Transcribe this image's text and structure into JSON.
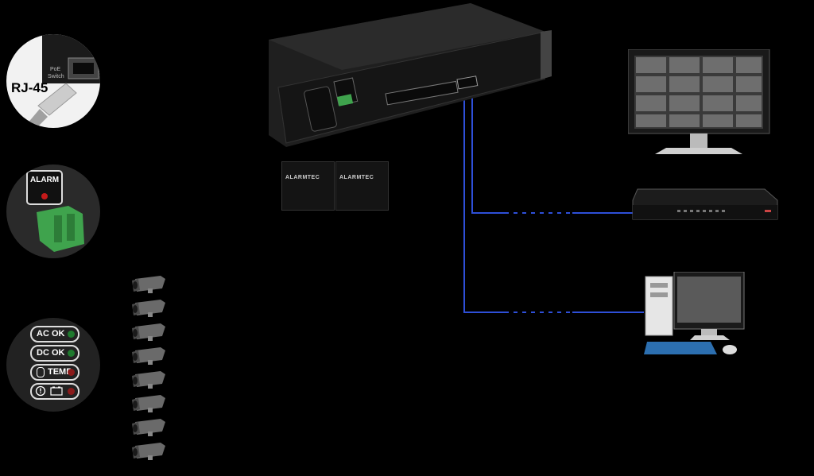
{
  "connector_labels": {
    "rj45": "RJ-45",
    "alarm": "ALARM"
  },
  "status_panel": {
    "items": [
      {
        "label": "AC OK",
        "led_color": "#1f7a2e"
      },
      {
        "label": "DC OK",
        "led_color": "#1f7a2e"
      },
      {
        "label": "TEMP",
        "led_color": "#8a1a1a"
      },
      {
        "label": "",
        "led_color": "#8a1a1a"
      }
    ]
  },
  "batteries": [
    {
      "brand": "ALARMTEC"
    },
    {
      "brand": "ALARMTEC"
    }
  ],
  "cameras": {
    "count": 8
  },
  "icons": [
    "rj45-plug-icon",
    "alarm-terminal-icon",
    "battery-warning-icon",
    "ip-camera-icon",
    "monitor-icon",
    "nvr-recorder-icon",
    "desktop-computer-icon"
  ],
  "colors": {
    "background": "#000000",
    "cable": "#2e4fd8",
    "device": "#1c1c1c"
  }
}
